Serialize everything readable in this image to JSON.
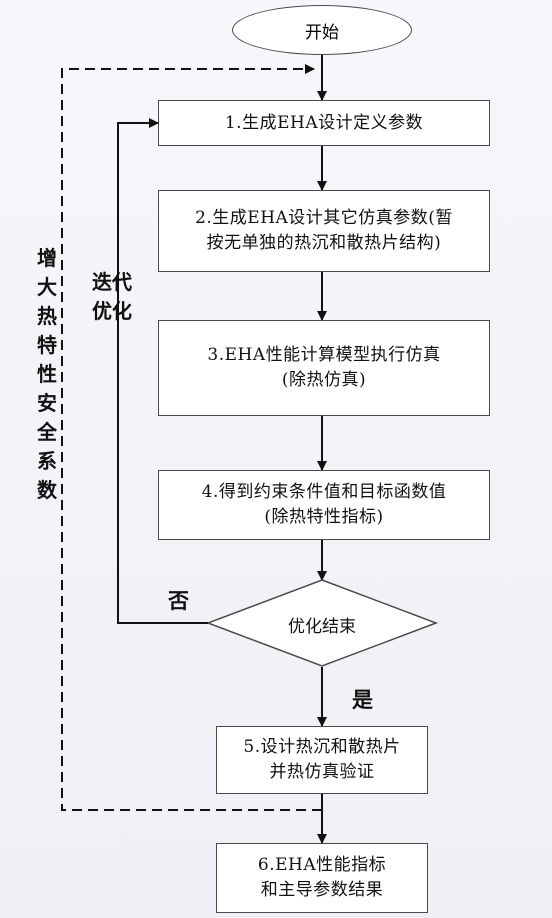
{
  "flowchart": {
    "start": "开始",
    "steps": [
      {
        "lines": [
          "1.生成EHA设计定义参数"
        ]
      },
      {
        "lines": [
          "2.生成EHA设计其它仿真参数(暂",
          "按无单独的热沉和散热片结构)"
        ]
      },
      {
        "lines": [
          "3.EHA性能计算模型执行仿真",
          "(除热仿真)"
        ]
      },
      {
        "lines": [
          "4.得到约束条件值和目标函数值",
          "(除热特性指标)"
        ]
      }
    ],
    "decision": "优化结束",
    "branch_no": "否",
    "branch_yes": "是",
    "step5": {
      "lines": [
        "5.设计热沉和散热片",
        "并热仿真验证"
      ]
    },
    "step6": {
      "lines": [
        "6.EHA性能指标",
        "和主导参数结果"
      ]
    },
    "loop_inner_label": "迭代优化",
    "loop_outer_label": "增大热特性安全系数"
  }
}
